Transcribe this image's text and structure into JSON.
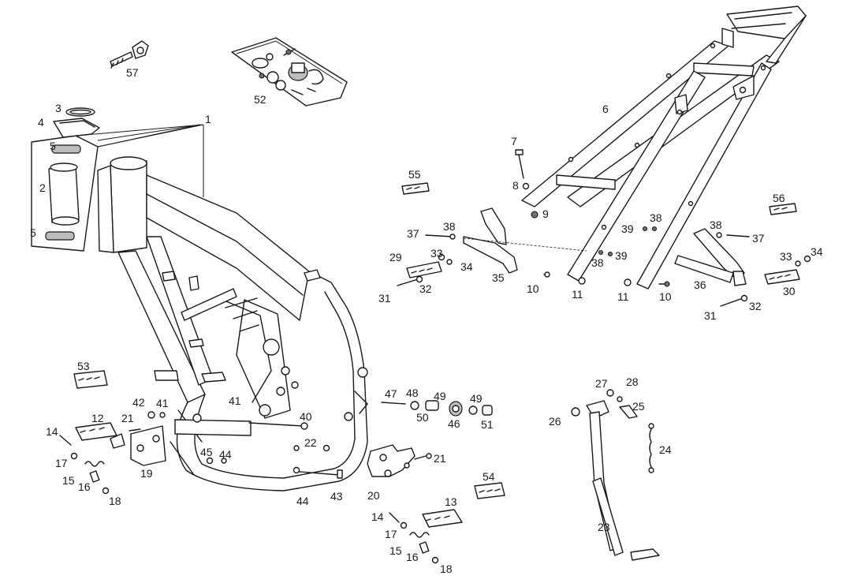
{
  "diagram": {
    "callouts": {
      "c1": "1",
      "c2": "2",
      "c3": "3",
      "c4": "4",
      "c5a": "5",
      "c5b": "5",
      "c6": "6",
      "c7": "7",
      "c8": "8",
      "c9": "9",
      "c10a": "10",
      "c10b": "10",
      "c11a": "11",
      "c11b": "11",
      "c12": "12",
      "c13": "13",
      "c14a": "14",
      "c14b": "14",
      "c15a": "15",
      "c15b": "15",
      "c16a": "16",
      "c16b": "16",
      "c17a": "17",
      "c17b": "17",
      "c18a": "18",
      "c18b": "18",
      "c19": "19",
      "c20": "20",
      "c21a": "21",
      "c21b": "21",
      "c22": "22",
      "c23": "23",
      "c24": "24",
      "c25": "25",
      "c26": "26",
      "c27": "27",
      "c28": "28",
      "c29": "29",
      "c30": "30",
      "c31a": "31",
      "c31b": "31",
      "c32a": "32",
      "c32b": "32",
      "c33a": "33",
      "c33b": "33",
      "c34a": "34",
      "c34b": "34",
      "c35": "35",
      "c36": "36",
      "c37a": "37",
      "c37b": "37",
      "c38a": "38",
      "c38b": "38",
      "c38c": "38",
      "c38d": "38",
      "c39a": "39",
      "c39b": "39",
      "c40": "40",
      "c41": "41",
      "c42": "42",
      "c43": "43",
      "c44a": "44",
      "c44b": "44",
      "c45": "45",
      "c46": "46",
      "c47": "47",
      "c48": "48",
      "c49a": "49",
      "c49b": "49",
      "c50": "50",
      "c51": "51",
      "c52": "52",
      "c53": "53",
      "c54": "54",
      "c55": "55",
      "c56": "56",
      "c57": "57"
    }
  }
}
